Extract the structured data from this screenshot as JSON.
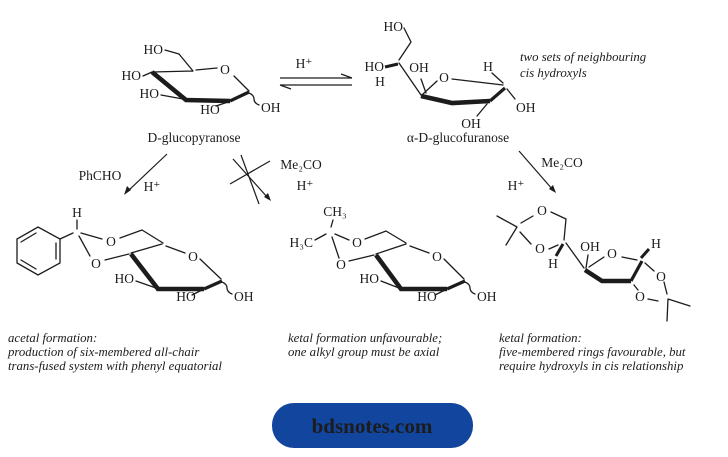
{
  "colors": {
    "ink": "#1c1c1c",
    "banner": "#12459e",
    "banner_text": "#ffffff"
  },
  "top_left": {
    "name": "D-glucopyranose",
    "ho_c6": "HO",
    "ho_c4": "HO",
    "ho_c3": "HO",
    "ring_o": "O",
    "ho_c2": "HO",
    "oh_c1": "OH"
  },
  "equilibrium": {
    "catalyst": "H⁺"
  },
  "top_right": {
    "name": "α-D-glucofuranose",
    "ho_c6": "HO",
    "ho_c5": "HO",
    "h_c5": "H",
    "oh_c3": "OH",
    "ring_o": "O",
    "h_c1": "H",
    "oh_c1": "OH",
    "oh_c2": "OH"
  },
  "note": {
    "line1": "two sets of neighbouring",
    "line2": "cis hydroxyls"
  },
  "reaction_left": {
    "reagent": "PhCHO",
    "catalyst": "H⁺"
  },
  "reaction_middle": {
    "reagent": "Me₂CO",
    "catalyst": "H⁺"
  },
  "reaction_right": {
    "reagent": "Me₂CO",
    "catalyst": "H⁺"
  },
  "product_left": {
    "h_acetal": "H",
    "o_top": "O",
    "o_bottom": "O",
    "ring_o": "O",
    "ho_c3": "HO",
    "ho_c2": "HO",
    "oh_c1": "OH",
    "caption1": "acetal formation:",
    "caption2": "production of six-membered all-chair",
    "caption3": "trans-fused system with phenyl equatorial"
  },
  "product_middle": {
    "ch3": "CH₃",
    "h3c": "H₃C",
    "o_top": "O",
    "o_bottom": "O",
    "ring_o": "O",
    "ho_c3": "HO",
    "ho_c2": "HO",
    "oh_c1": "OH",
    "caption1": "ketal formation unfavourable;",
    "caption2": "one alkyl group must be axial"
  },
  "product_right": {
    "o_diox1a": "O",
    "o_diox1b": "O",
    "h_c5": "H",
    "oh_c3": "OH",
    "ring_o": "O",
    "h_c1": "H",
    "o_diox2a": "O",
    "o_diox2b": "O",
    "caption1": "ketal formation:",
    "caption2": "five-membered rings favourable, but",
    "caption3": "require hydroxyls in cis relationship"
  },
  "banner": {
    "text": "bdsnotes.com"
  }
}
